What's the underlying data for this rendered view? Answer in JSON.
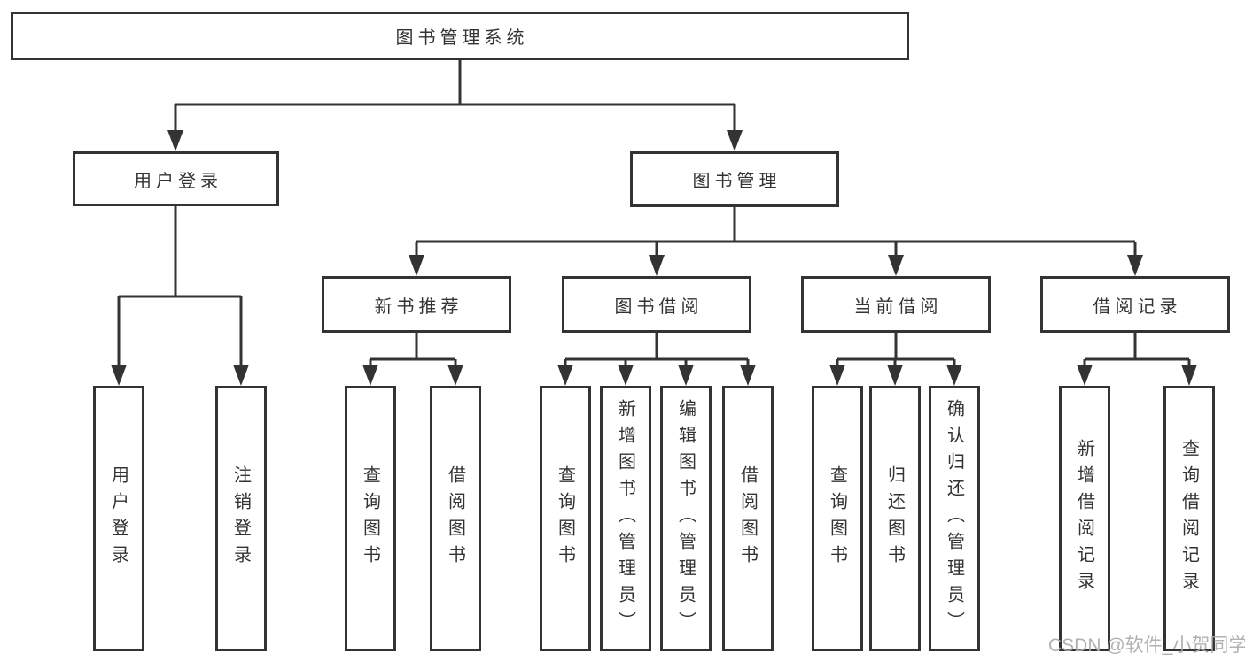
{
  "diagram": {
    "root": {
      "label": "图书管理系统"
    },
    "level2": [
      {
        "label": "用户登录"
      },
      {
        "label": "图书管理"
      }
    ],
    "level3": [
      {
        "label": "新书推荐"
      },
      {
        "label": "图书借阅"
      },
      {
        "label": "当前借阅"
      },
      {
        "label": "借阅记录"
      }
    ],
    "leaves": [
      {
        "label": "用户登录"
      },
      {
        "label": "注销登录"
      },
      {
        "label": "查询图书"
      },
      {
        "label": "借阅图书"
      },
      {
        "label": "查询图书"
      },
      {
        "label": "新增图书（管理员）"
      },
      {
        "label": "编辑图书（管理员）"
      },
      {
        "label": "借阅图书"
      },
      {
        "label": "查询图书"
      },
      {
        "label": "归还图书"
      },
      {
        "label": "确认归还（管理员）"
      },
      {
        "label": "新增借阅记录"
      },
      {
        "label": "查询借阅记录"
      }
    ]
  },
  "watermark": {
    "text": "CSDN @软件_小贺同学"
  },
  "colors": {
    "line": "#333333",
    "text": "#333333",
    "box_background": "#ffffff",
    "watermark": "#a9a9a9",
    "page_background": "#ffffff"
  }
}
